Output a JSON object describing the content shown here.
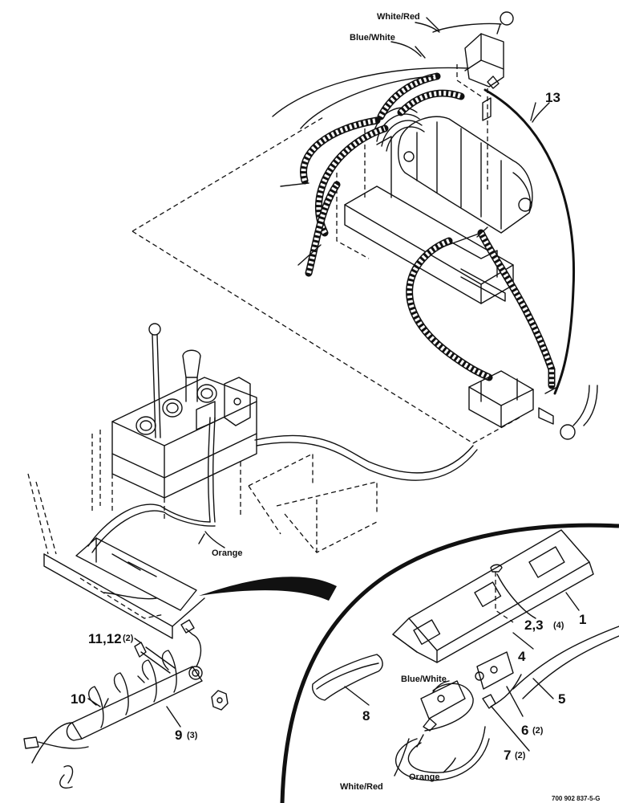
{
  "wire_labels": {
    "white_red_top": "White/Red",
    "blue_white_top": "Blue/White",
    "orange_mid": "Orange",
    "blue_white_detail": "Blue/White",
    "orange_detail": "Orange",
    "white_red_detail": "White/Red"
  },
  "callouts": {
    "c13": "13",
    "c1": "1",
    "c23": "2,3",
    "c23_qty": "(4)",
    "c4": "4",
    "c5": "5",
    "c6": "6",
    "c6_qty": "(2)",
    "c7": "7",
    "c7_qty": "(2)",
    "c8": "8",
    "c1112": "11,12",
    "c1112_qty": "(2)",
    "c10": "10",
    "c9": "9",
    "c9_qty": "(3)"
  },
  "part_number": "700 902 837-5-G"
}
